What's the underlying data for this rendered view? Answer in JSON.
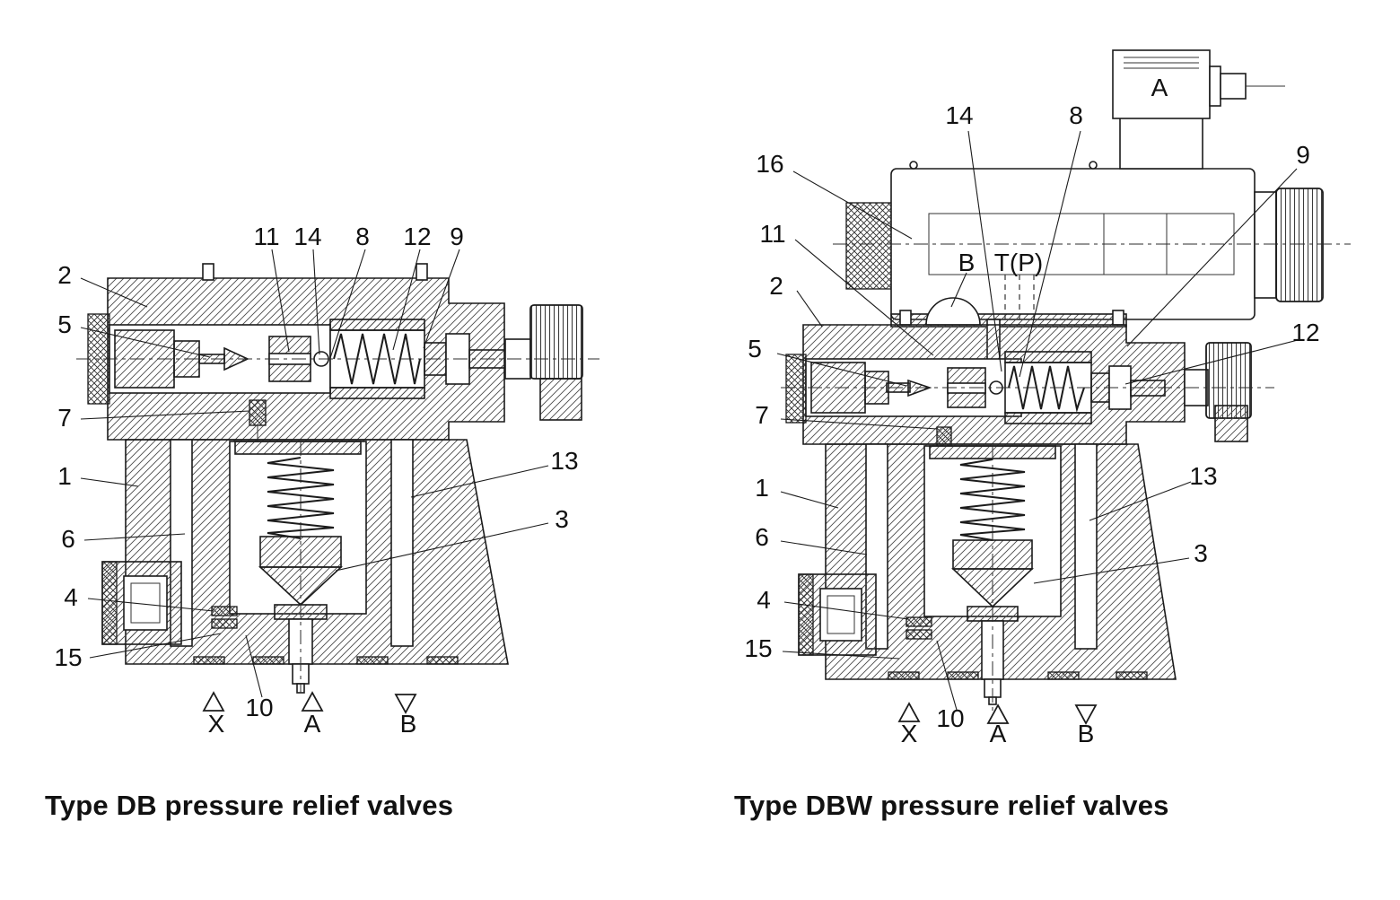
{
  "figures": [
    {
      "id": "db",
      "caption": "Type DB pressure relief valves",
      "callouts": [
        "2",
        "5",
        "7",
        "1",
        "6",
        "4",
        "15",
        "11",
        "14",
        "8",
        "12",
        "9",
        "13",
        "3",
        "10"
      ],
      "ports": [
        "X",
        "A",
        "B"
      ]
    },
    {
      "id": "dbw",
      "caption": "Type DBW pressure relief valves",
      "callouts": [
        "16",
        "11",
        "2",
        "5",
        "7",
        "1",
        "6",
        "4",
        "15",
        "14",
        "8",
        "9",
        "12",
        "13",
        "3",
        "10"
      ],
      "ports": [
        "X",
        "A",
        "B"
      ],
      "annotations": [
        "B",
        "T(P)",
        "A"
      ]
    }
  ]
}
